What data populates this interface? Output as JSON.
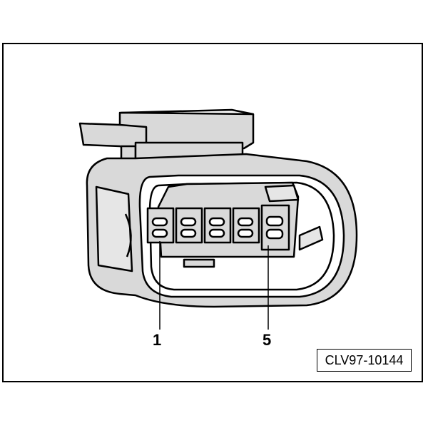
{
  "callouts": {
    "pin_1": "1",
    "pin_5": "5"
  },
  "reference_code": "CLV97-10144",
  "colors": {
    "line": "#000000",
    "connector_body": "#d9d9d9",
    "background": "#ffffff"
  }
}
